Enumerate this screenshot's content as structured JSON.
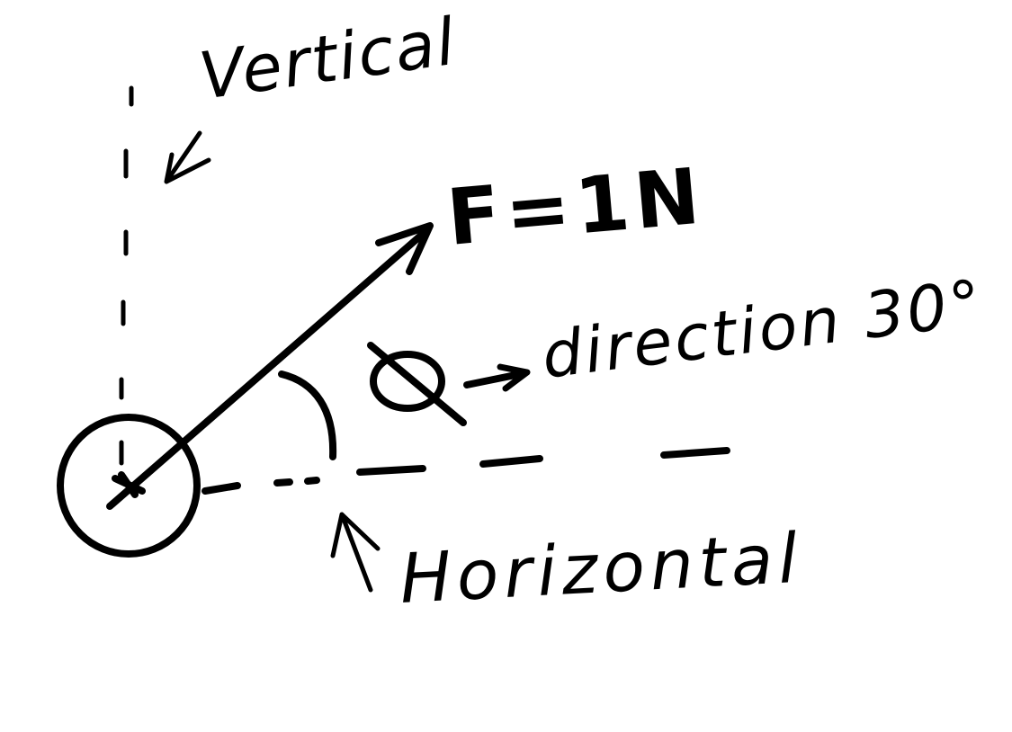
{
  "labels": {
    "vertical": "Vertical",
    "force": "F=1N",
    "direction": "direction 30°",
    "horizontal": "Horizontal"
  },
  "colors": {
    "ink": "#000000",
    "background": "#ffffff"
  }
}
